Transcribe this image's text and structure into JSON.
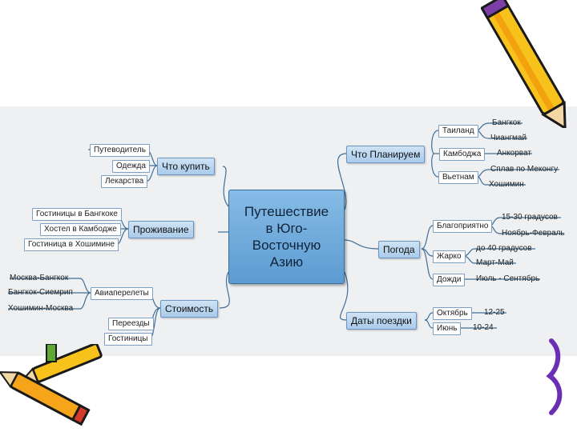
{
  "center": "Путешествие\nв Юго-\nВосточную\nАзию",
  "branches": {
    "buy": {
      "label": "Что купить",
      "items": [
        "Путеводитель",
        "Одежда",
        "Лекарства"
      ]
    },
    "stay": {
      "label": "Проживание",
      "items": [
        "Гостиницы в Бангкоке",
        "Хостел в Камбодже",
        "Гостиница в Хошимине"
      ]
    },
    "cost": {
      "label": "Стоимость",
      "flights_label": "Авиаперелеты",
      "flights": [
        "Москва-Бангкок",
        "Бангкок-Сиемрип",
        "Хошимин-Москва"
      ],
      "other": [
        "Переезды",
        "Гостиницы"
      ]
    },
    "plan": {
      "label": "Что Планируем",
      "countries": [
        {
          "name": "Таиланд",
          "places": [
            "Бангкок",
            "Чиангмай"
          ]
        },
        {
          "name": "Камбоджа",
          "places": [
            "Анкорват"
          ]
        },
        {
          "name": "Вьетнам",
          "places": [
            "Сплав по Меконгу",
            "Хошимин"
          ]
        }
      ]
    },
    "weather": {
      "label": "Погода",
      "items": [
        {
          "name": "Благоприятно",
          "details": [
            "15-30 градусов",
            "Ноябрь-Февраль"
          ]
        },
        {
          "name": "Жарко",
          "details": [
            "до 40 градусов",
            "Март-Май"
          ]
        },
        {
          "name": "Дожди",
          "details": [
            "Июль - Сентябрь"
          ]
        }
      ]
    },
    "dates": {
      "label": "Даты поездки",
      "items": [
        {
          "name": "Октябрь",
          "value": "12-25"
        },
        {
          "name": "Июнь",
          "value": "10-24"
        }
      ]
    }
  },
  "colors": {
    "band": "#eef0f2",
    "center": "#6aa8dc",
    "main": "#bcd7f0",
    "line": "#3f6f99"
  },
  "decor": [
    "pencil-top-right",
    "pencils-bottom-left",
    "purple-bracket-right"
  ]
}
